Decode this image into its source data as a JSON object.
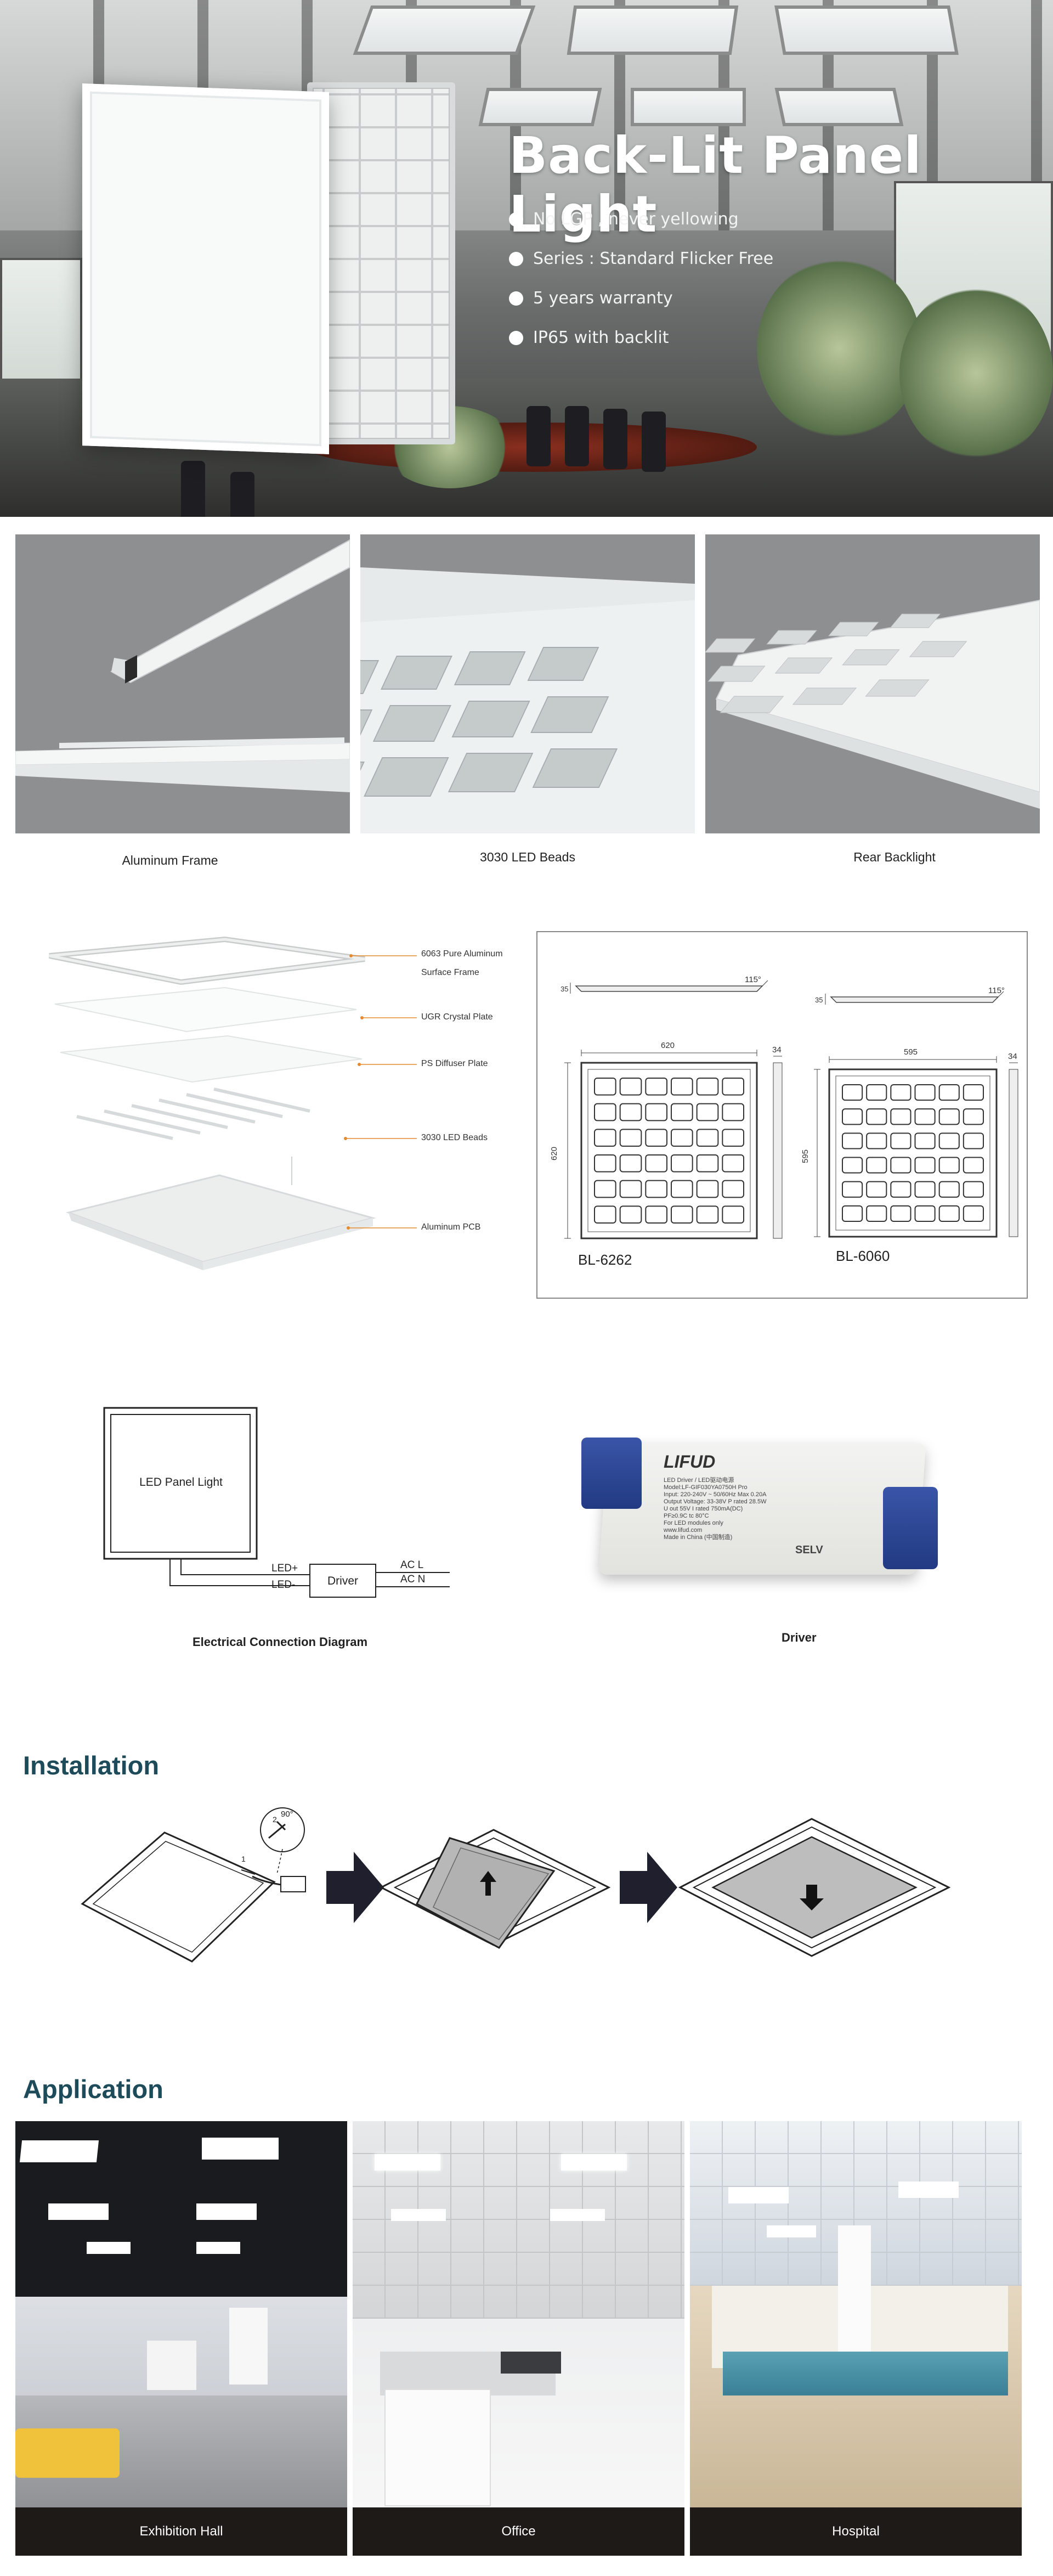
{
  "hero": {
    "title": "Back-Lit Panel Light",
    "features": [
      "No LGP , never yellowing",
      "Series : Standard Flicker Free",
      "5 years warranty",
      "IP65 with backlit"
    ]
  },
  "details": {
    "captions": [
      "Aluminum Frame",
      "3030 LED Beads",
      "Rear Backlight"
    ]
  },
  "exploded": {
    "labels": [
      "6063 Pure Aluminum",
      "Surface Frame",
      "UGR Crystal Plate",
      "PS Diffuser Plate",
      "3030 LED Beads",
      "Aluminum PCB"
    ]
  },
  "dimensions": {
    "left": {
      "model": "BL-6262",
      "width": "620",
      "height": "620",
      "depth": "34",
      "angle": "115°",
      "side": "35"
    },
    "right": {
      "model": "BL-6060",
      "width": "595",
      "height": "595",
      "depth": "34",
      "angle": "115°",
      "side": "35"
    }
  },
  "electrical": {
    "panel_label": "LED Panel Light",
    "led_plus": "LED+",
    "led_minus": "LED-",
    "driver": "Driver",
    "ac_l": "AC L",
    "ac_n": "AC N",
    "caption": "Electrical Connection Diagram"
  },
  "driver": {
    "brand": "LIFUD",
    "caption": "Driver",
    "lines": [
      "LED Driver / LED驱动电源",
      "Model:LF-GIF030YA0750H Pro",
      "Input: 220-240V ~ 50/60Hz  Max 0.20A",
      "Output Voltage: 33-38V  P rated 28.5W",
      "U out 55V   I rated 750mA(DC)",
      "PF≥0.9C   tc 80°C",
      "For LED modules only",
      "www.lifud.com",
      "Made in China (中国制造)"
    ],
    "marks": "SELV"
  },
  "installation": {
    "title": "Installation",
    "angle": "90°",
    "step_labels": [
      "1",
      "2"
    ]
  },
  "application": {
    "title": "Application",
    "items": [
      "Exhibition Hall",
      "Office",
      "Hospital"
    ]
  },
  "colors": {
    "heading": "#1e4b5a",
    "caption_bar": "#1e1a17"
  }
}
